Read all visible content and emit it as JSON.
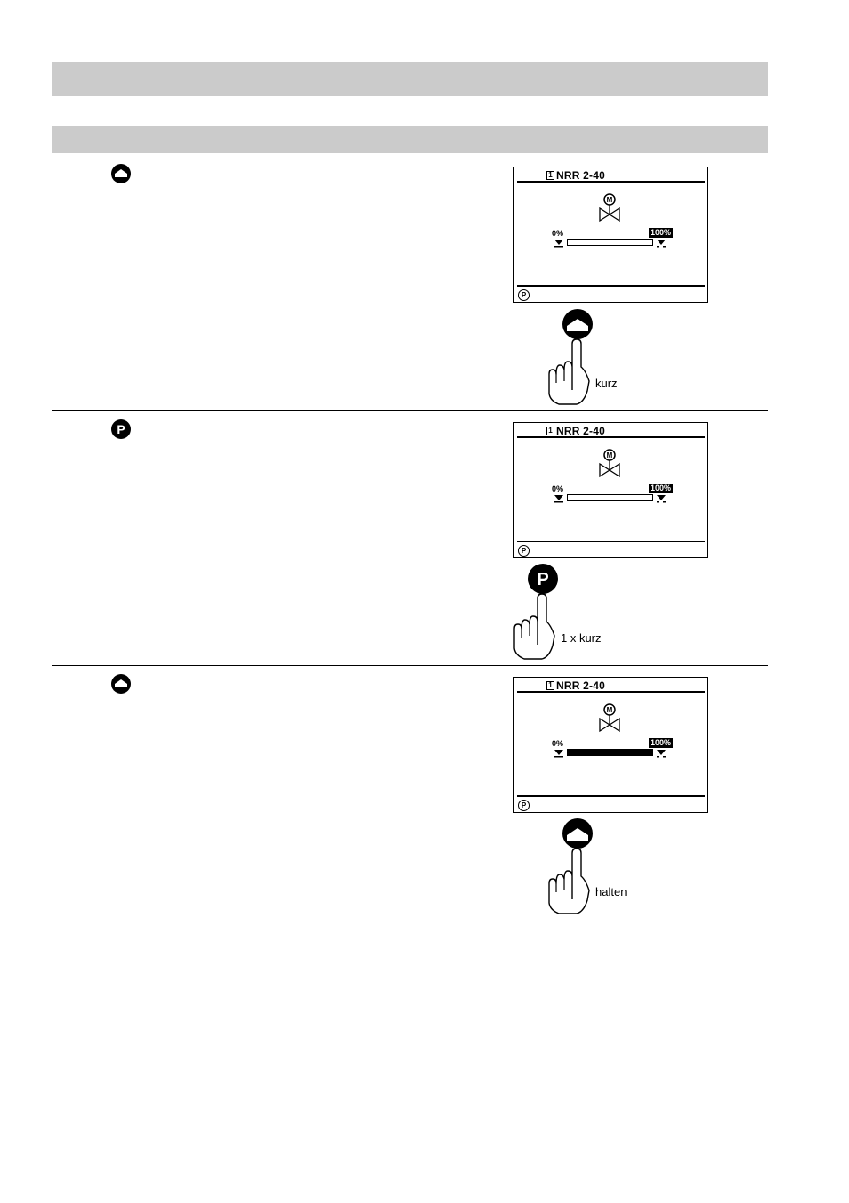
{
  "steps": [
    {
      "icon": "home-icon",
      "screen": {
        "channel": "1",
        "name": "NRR 2-40",
        "label_min": "0%",
        "label_max": "100%",
        "bar_fill_percent": 0,
        "bottom_icon": "P"
      },
      "button": "home-icon",
      "action": "kurz"
    },
    {
      "icon": "p-icon",
      "screen": {
        "channel": "1",
        "name": "NRR 2-40",
        "label_min": "0%",
        "label_max": "100%",
        "bar_fill_percent": 0,
        "bottom_icon": "P"
      },
      "button": "p-icon",
      "action": "1 x kurz"
    },
    {
      "icon": "home-icon",
      "screen": {
        "channel": "1",
        "name": "NRR 2-40",
        "label_min": "0%",
        "label_max": "100%",
        "bar_fill_percent": 100,
        "bottom_icon": "P"
      },
      "button": "home-icon",
      "action": "halten"
    }
  ],
  "colors": {
    "band": "#cbcbcb",
    "ink": "#000000"
  }
}
